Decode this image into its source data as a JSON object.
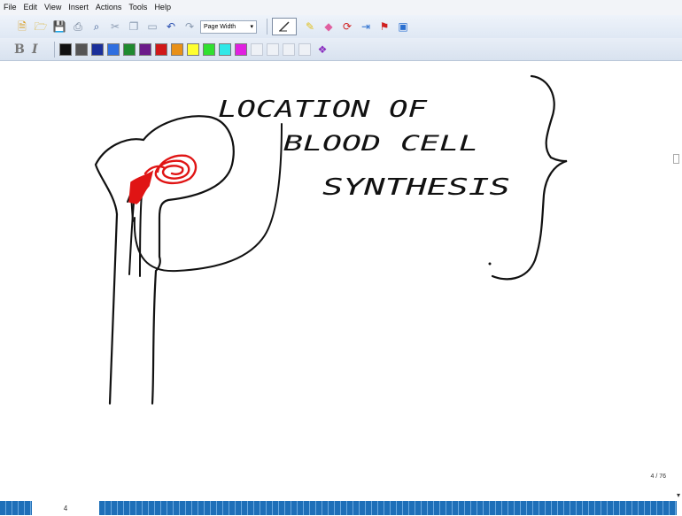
{
  "menu": [
    "File",
    "Edit",
    "View",
    "Insert",
    "Actions",
    "Tools",
    "Help"
  ],
  "toolbar": {
    "zoom_select": "Page Width",
    "icons": [
      "new-page-icon",
      "open-icon",
      "save-icon",
      "print-icon",
      "find-icon",
      "cut-icon",
      "copy-icon",
      "paste-icon",
      "undo-icon",
      "redo-icon"
    ],
    "tool_icons": [
      "pen-icon",
      "highlighter-icon",
      "eraser-icon",
      "lasso-icon",
      "insert-space-icon",
      "flag-icon",
      "select-icon"
    ]
  },
  "format": {
    "bold": "B",
    "italic": "I",
    "colors": [
      "#111111",
      "#555555",
      "#1a2f9a",
      "#2f6fe0",
      "#1f8a2f",
      "#6b1a8a",
      "#d01818",
      "#e89018",
      "#ffff30",
      "#30e030",
      "#30e8e8",
      "#e020e0"
    ]
  },
  "canvas": {
    "handwriting": [
      "LOCATION OF",
      "BLOOD CELL",
      "SYNTHESIS"
    ]
  },
  "status": {
    "page_indicator": "4 / 76",
    "current_page": "4"
  },
  "ink_color": "#111111",
  "highlight_color": "#e01414"
}
